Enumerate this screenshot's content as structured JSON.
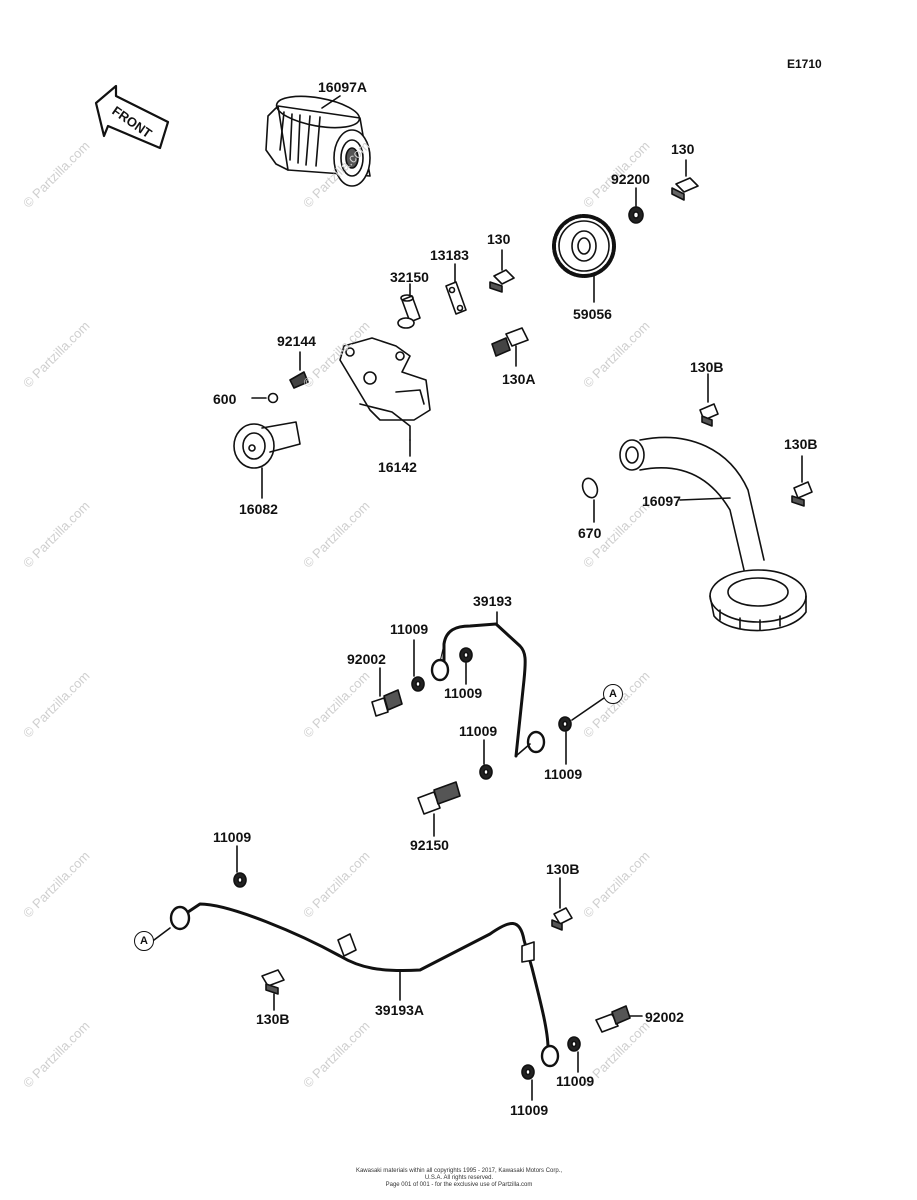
{
  "figure_code": "E1710",
  "front_label": "FRONT",
  "callout_a": "A",
  "watermark": "© Partzilla.com",
  "footer": {
    "line1": "Kawasaki materials within all copyrights 1995 - 2017, Kawasaki Motors Corp., U.S.A. All rights reserved.",
    "line2": "Page 001 of 001 - for the exclusive use of Partzilla.com"
  },
  "parts": [
    {
      "id": "16097a",
      "label": "16097A"
    },
    {
      "id": "130-top",
      "label": "130"
    },
    {
      "id": "92200",
      "label": "92200"
    },
    {
      "id": "13183",
      "label": "13183"
    },
    {
      "id": "130-mid",
      "label": "130"
    },
    {
      "id": "32150",
      "label": "32150"
    },
    {
      "id": "92144",
      "label": "92144"
    },
    {
      "id": "59056",
      "label": "59056"
    },
    {
      "id": "130a",
      "label": "130A"
    },
    {
      "id": "600",
      "label": "600"
    },
    {
      "id": "16142",
      "label": "16142"
    },
    {
      "id": "130b-1",
      "label": "130B"
    },
    {
      "id": "130b-2",
      "label": "130B"
    },
    {
      "id": "16082",
      "label": "16082"
    },
    {
      "id": "16097",
      "label": "16097"
    },
    {
      "id": "670",
      "label": "670"
    },
    {
      "id": "39193",
      "label": "39193"
    },
    {
      "id": "11009-1",
      "label": "11009"
    },
    {
      "id": "92002-1",
      "label": "92002"
    },
    {
      "id": "11009-2",
      "label": "11009"
    },
    {
      "id": "11009-3",
      "label": "11009"
    },
    {
      "id": "11009-4",
      "label": "11009"
    },
    {
      "id": "92150",
      "label": "92150"
    },
    {
      "id": "11009-5",
      "label": "11009"
    },
    {
      "id": "130b-3",
      "label": "130B"
    },
    {
      "id": "130b-4",
      "label": "130B"
    },
    {
      "id": "39193a",
      "label": "39193A"
    },
    {
      "id": "92002-2",
      "label": "92002"
    },
    {
      "id": "11009-6",
      "label": "11009"
    },
    {
      "id": "11009-7",
      "label": "11009"
    }
  ]
}
